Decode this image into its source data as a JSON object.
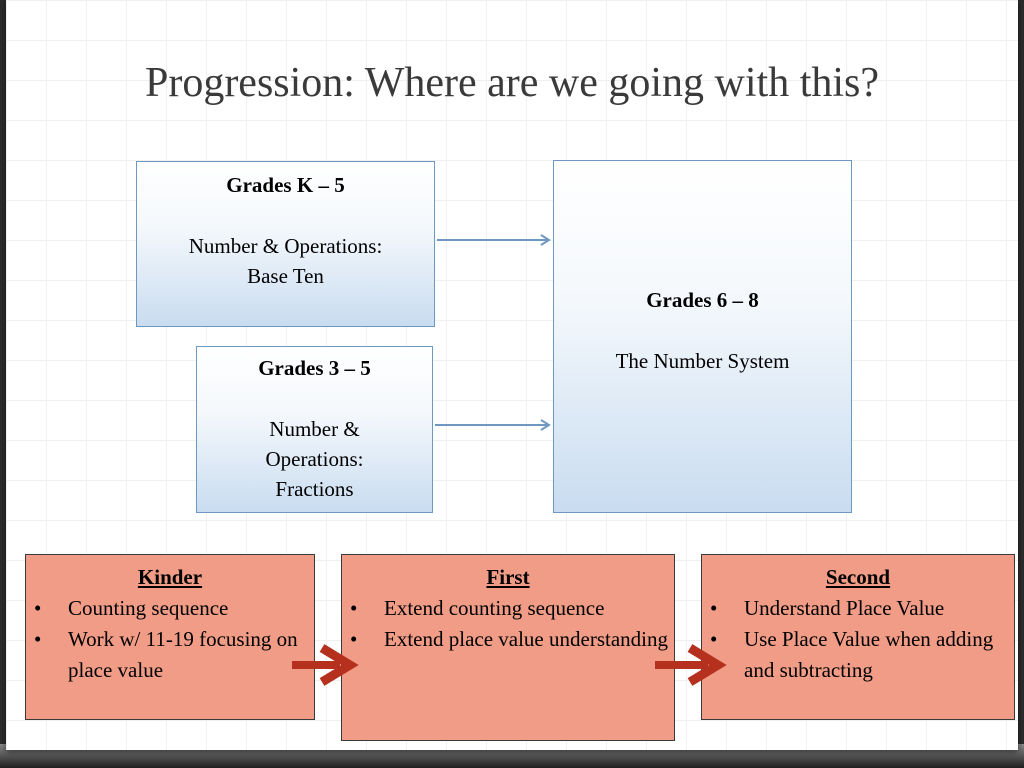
{
  "title": "Progression:  Where are we going with this?",
  "colors": {
    "blue_box_border": "#6f98c0",
    "blue_box_fill_bottom": "#c9dcf0",
    "red_box_fill": "#f09c86",
    "red_arrow": "#b5311e",
    "blue_arrow": "#6f98c0"
  },
  "boxes": {
    "k5": {
      "heading": "Grades K – 5",
      "line1": "Number & Operations:",
      "line2": "Base Ten"
    },
    "g35": {
      "heading": "Grades 3 – 5",
      "line1": "Number &",
      "line2": "Operations:",
      "line3": "Fractions"
    },
    "g68": {
      "heading": "Grades 6 – 8",
      "line1": "The Number System"
    }
  },
  "grades": {
    "kinder": {
      "heading": "Kinder",
      "items": [
        "Counting sequence",
        "Work w/ 11-19 focusing on place value"
      ]
    },
    "first": {
      "heading": "First",
      "items": [
        "Extend counting sequence",
        "Extend place value understanding"
      ]
    },
    "second": {
      "heading": "Second",
      "items": [
        "Understand Place Value",
        "Use Place Value when adding and subtracting"
      ]
    }
  }
}
